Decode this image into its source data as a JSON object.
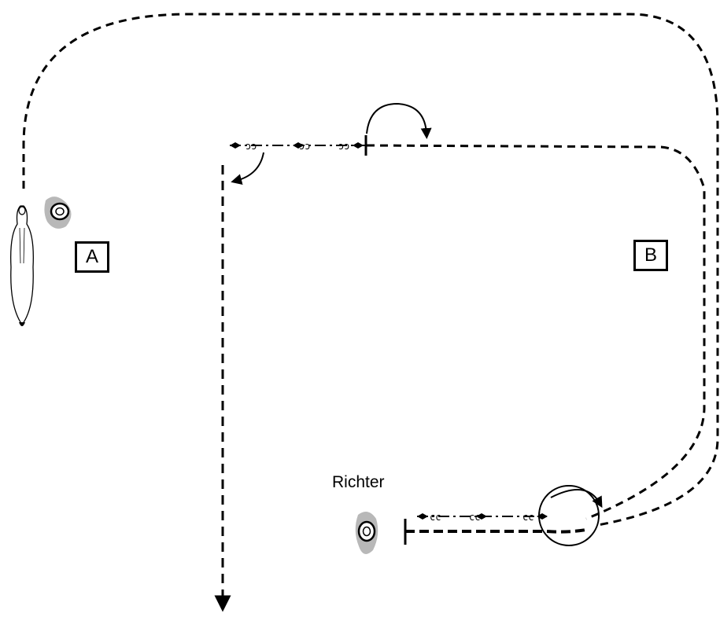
{
  "labels": {
    "a": "A",
    "b": "B",
    "judge": "Richter"
  },
  "colors": {
    "line": "#000000",
    "person_shadow": "#b8b8b8",
    "background": "#ffffff"
  }
}
